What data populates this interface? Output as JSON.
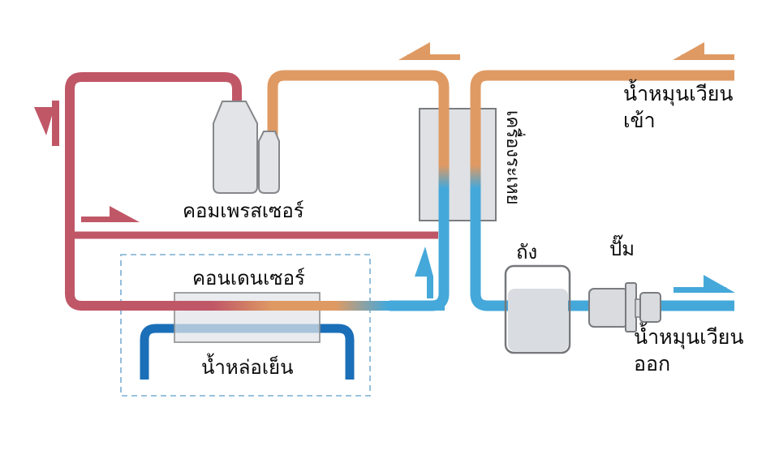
{
  "diagram": {
    "labels": {
      "compressor": "คอมเพรสเซอร์",
      "condenser": "คอนเดนเซอร์",
      "cooling_water": "น้ำหล่อเย็น",
      "evaporator": "เครื่องระเหย",
      "tank": "ถัง",
      "pump": "ปั๊ม",
      "circulating_in": {
        "lines": [
          "น้ำหมุนเวียน",
          "เข้า"
        ]
      },
      "circulating_out": {
        "lines": [
          "น้ำหมุนเวียน",
          "ออก"
        ]
      }
    },
    "colors": {
      "hot_pipe": "#c05767",
      "warm_pipe": "#df9a63",
      "cold_pipe": "#45a8da",
      "cooling_water_pipe": "#1b6fb8",
      "equipment_fill": "#e2e3e7",
      "equipment_border": "#85878b",
      "dashed_boundary": "#79aed4",
      "text": "#0b0b0b"
    },
    "flow_arrows": [
      {
        "color": "hot_pipe",
        "direction": "down",
        "location": "left-vertical-pipe"
      },
      {
        "color": "hot_pipe",
        "direction": "right",
        "location": "below-compressor"
      },
      {
        "color": "warm_pipe",
        "direction": "left",
        "location": "top-center-return-line"
      },
      {
        "color": "warm_pipe",
        "direction": "left",
        "location": "top-right-inlet-line"
      },
      {
        "color": "cold_pipe",
        "direction": "up",
        "location": "evaporator-left-riser"
      },
      {
        "color": "cold_pipe",
        "direction": "right",
        "location": "pump-outlet-line"
      }
    ]
  }
}
